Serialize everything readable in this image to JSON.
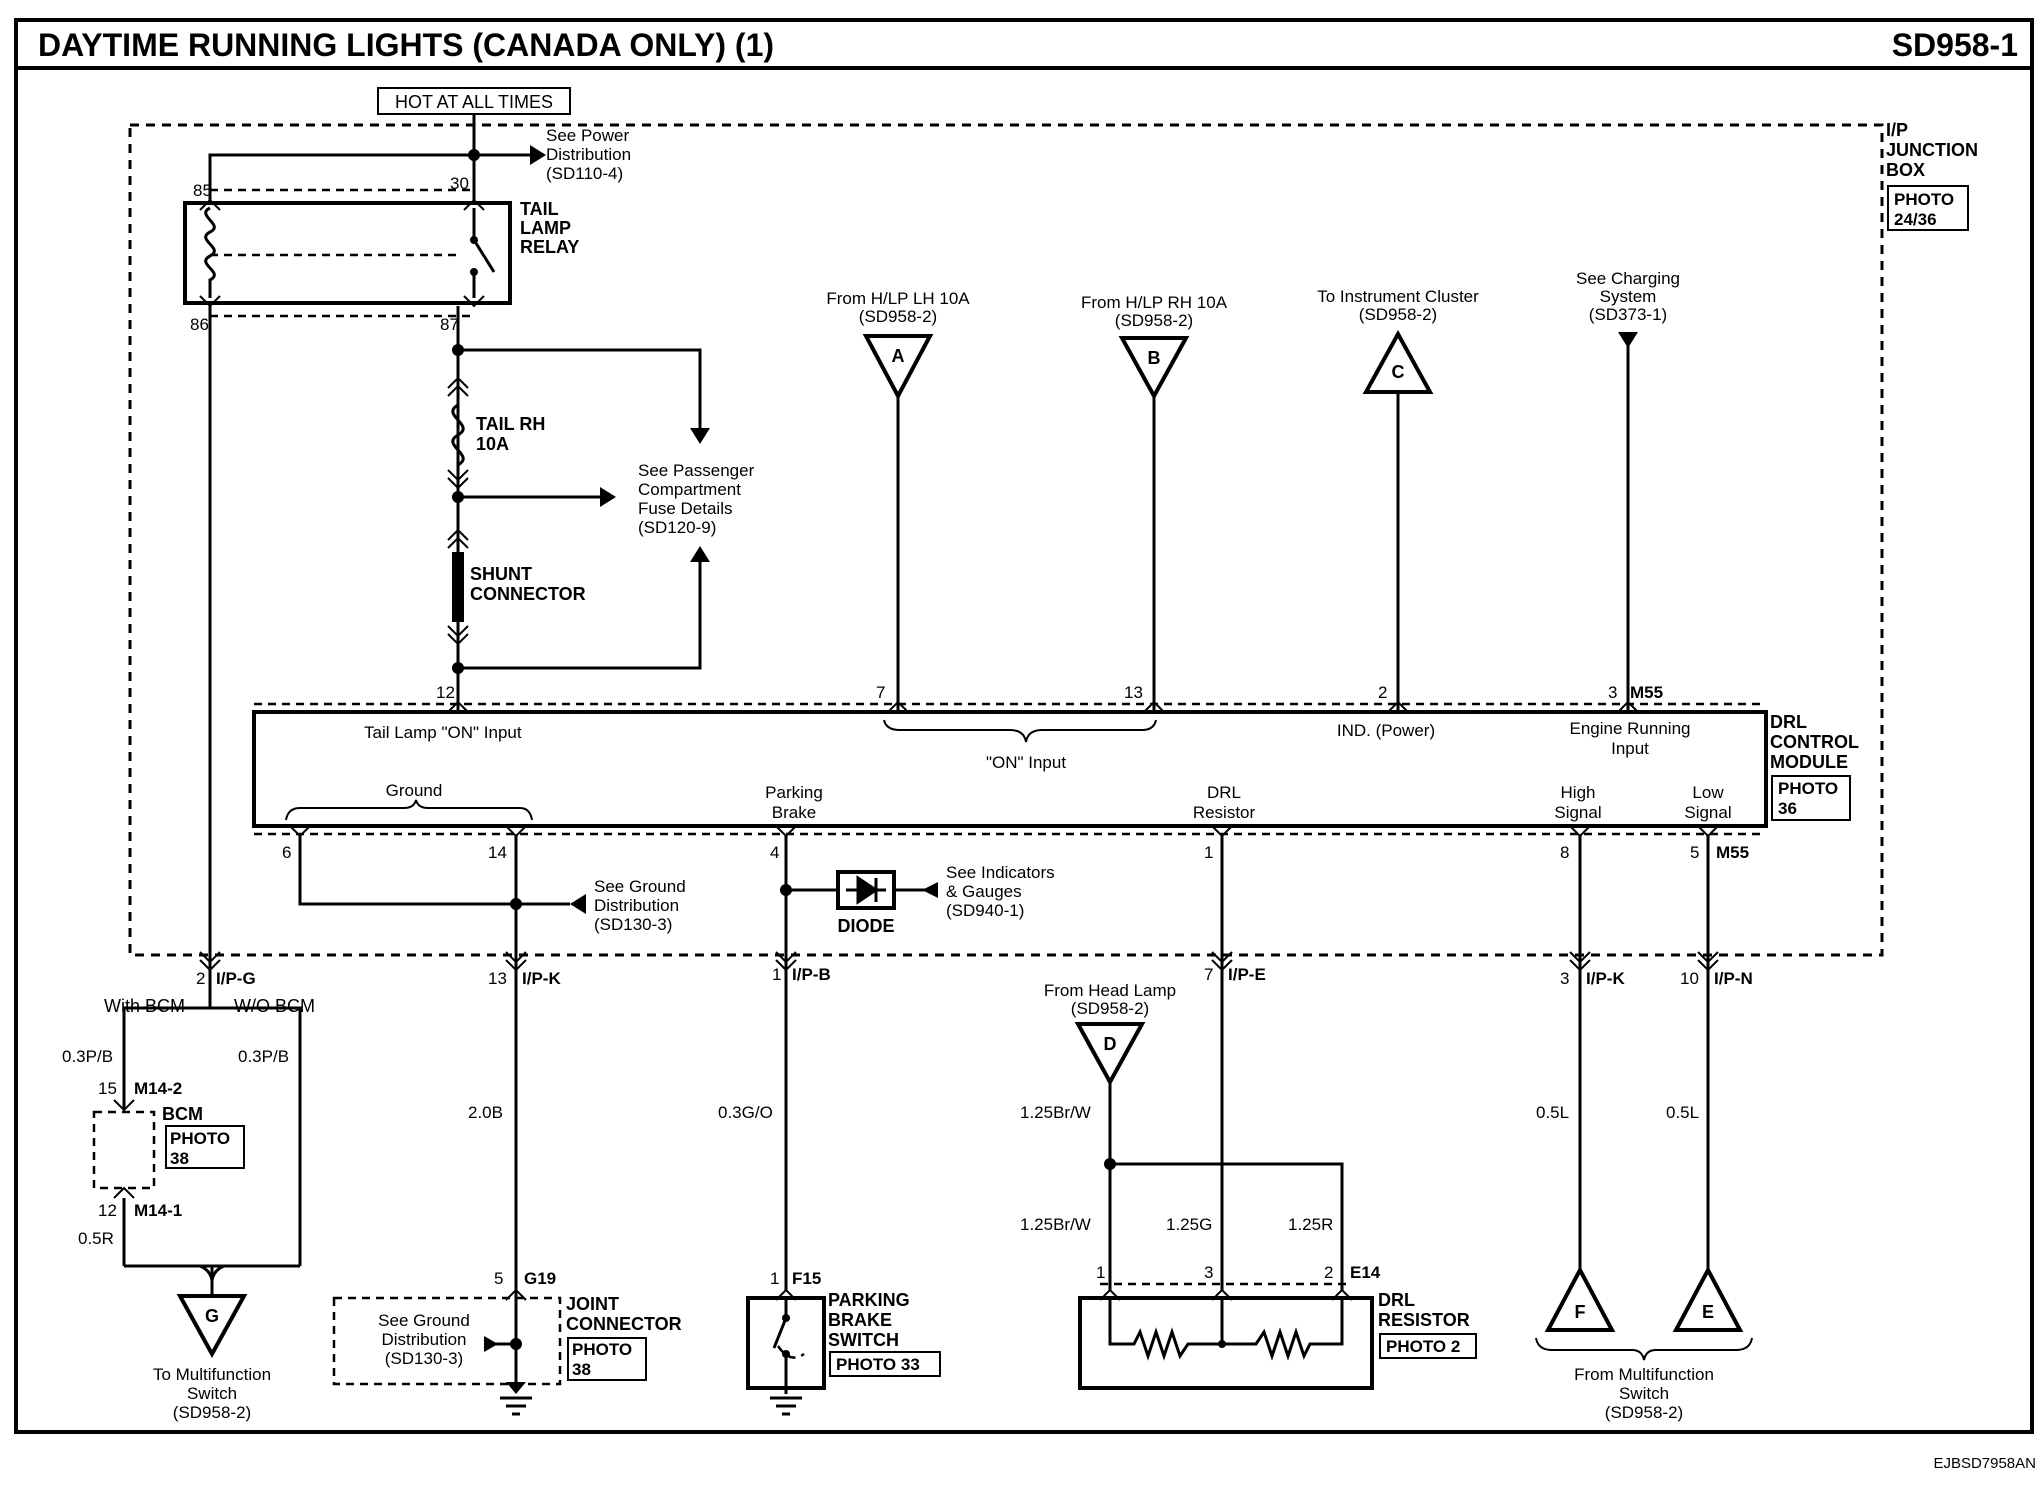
{
  "header": {
    "title": "DAYTIME RUNNING LIGHTS (CANADA ONLY) (1)",
    "page_id": "SD958-1"
  },
  "footer": {
    "doc_code": "EJBSD7958AN"
  },
  "top": {
    "hot_label": "HOT AT ALL TIMES",
    "see_power": [
      "See Power",
      "Distribution",
      "(SD110-4)"
    ]
  },
  "junction_box": {
    "label": [
      "I/P",
      "JUNCTION",
      "BOX"
    ],
    "photo": [
      "PHOTO",
      "24/36"
    ]
  },
  "relay": {
    "label": [
      "TAIL",
      "LAMP",
      "RELAY"
    ],
    "pin85": "85",
    "pin30": "30",
    "pin86": "86",
    "pin87": "87"
  },
  "fuse": {
    "label": [
      "TAIL RH",
      "10A"
    ]
  },
  "passenger_fuse": [
    "See Passenger",
    "Compartment",
    "Fuse Details",
    "(SD120-9)"
  ],
  "shunt": {
    "label": [
      "SHUNT",
      "CONNECTOR"
    ]
  },
  "triangles": {
    "A": {
      "letter": "A",
      "label": [
        "From H/LP LH 10A",
        "(SD958-2)"
      ]
    },
    "B": {
      "letter": "B",
      "label": [
        "From H/LP RH 10A",
        "(SD958-2)"
      ]
    },
    "C": {
      "letter": "C",
      "label": [
        "To Instrument Cluster",
        "(SD958-2)"
      ]
    },
    "D": {
      "letter": "D",
      "label": [
        "From Head Lamp",
        "(SD958-2)"
      ]
    },
    "E": {
      "letter": "E"
    },
    "F": {
      "letter": "F"
    },
    "G": {
      "letter": "G",
      "label": [
        "To Multifunction",
        "Switch",
        "(SD958-2)"
      ]
    }
  },
  "charging": [
    "See Charging",
    "System",
    "(SD373-1)"
  ],
  "drl_module": {
    "label": [
      "DRL",
      "CONTROL",
      "MODULE"
    ],
    "photo": [
      "PHOTO",
      "36"
    ],
    "connector": "M55",
    "top_pins": [
      "12",
      "7",
      "13",
      "2",
      "3"
    ],
    "bottom_pins": [
      "6",
      "14",
      "4",
      "1",
      "8",
      "5"
    ],
    "tail_lamp_input": "Tail Lamp \"ON\" Input",
    "on_input": "\"ON\" Input",
    "ind_power": "IND. (Power)",
    "engine_running": [
      "Engine Running",
      "Input"
    ],
    "ground": "Ground",
    "parking_brake": [
      "Parking",
      "Brake"
    ],
    "drl_resistor": [
      "DRL",
      "Resistor"
    ],
    "high_signal": [
      "High",
      "Signal"
    ],
    "low_signal": [
      "Low",
      "Signal"
    ]
  },
  "ground_dist": [
    "See Ground",
    "Distribution",
    "(SD130-3)"
  ],
  "diode": {
    "label": "DIODE"
  },
  "indicators": [
    "See Indicators",
    "& Gauges",
    "(SD940-1)"
  ],
  "connectors": {
    "ipg": {
      "pin": "2",
      "name": "I/P-G"
    },
    "ipk1": {
      "pin": "13",
      "name": "I/P-K"
    },
    "ipb": {
      "pin": "1",
      "name": "I/P-B"
    },
    "ipe": {
      "pin": "7",
      "name": "I/P-E"
    },
    "ipk2": {
      "pin": "3",
      "name": "I/P-K"
    },
    "ipn": {
      "pin": "10",
      "name": "I/P-N"
    }
  },
  "bcm": {
    "with_bcm": "With BCM",
    "wo_bcm": "W/O BCM",
    "wire_left": "0.3P/B",
    "wire_right": "0.3P/B",
    "pin_top": "15",
    "conn_top": "M14-2",
    "label": "BCM",
    "photo": [
      "PHOTO",
      "38"
    ],
    "pin_bot": "12",
    "conn_bot": "M14-1",
    "wire_bot": "0.5R"
  },
  "wires": {
    "ground_wire": "2.0B",
    "brake_wire": "0.3G/O",
    "d_wire1": "1.25Br/W",
    "d_wire2": "1.25Br/W",
    "res_g": "1.25G",
    "res_r": "1.25R",
    "high_wire": "0.5L",
    "low_wire": "0.5L"
  },
  "joint": {
    "pin": "5",
    "conn": "G19",
    "label": [
      "JOINT",
      "CONNECTOR"
    ],
    "photo": [
      "PHOTO",
      "38"
    ],
    "see": [
      "See Ground",
      "Distribution",
      "(SD130-3)"
    ]
  },
  "brake_switch": {
    "pin": "1",
    "conn": "F15",
    "label": [
      "PARKING",
      "BRAKE",
      "SWITCH"
    ],
    "photo": "PHOTO 33"
  },
  "drl_resistor_comp": {
    "pins": [
      "1",
      "3",
      "2"
    ],
    "conn": "E14",
    "label": [
      "DRL",
      "RESISTOR"
    ],
    "photo": "PHOTO 2"
  },
  "multifunction_from": [
    "From Multifunction",
    "Switch",
    "(SD958-2)"
  ]
}
